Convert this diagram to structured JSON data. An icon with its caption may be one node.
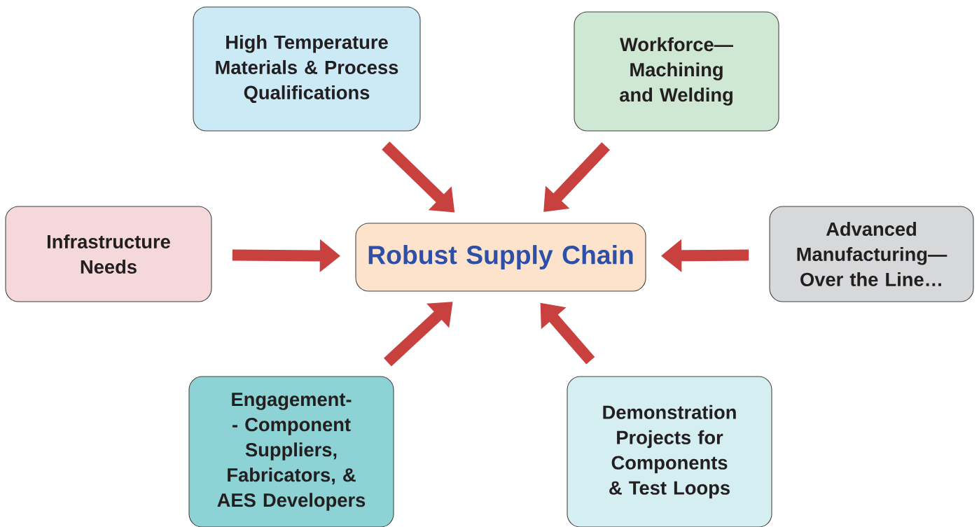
{
  "diagram": {
    "nodes": [
      {
        "text": [
          "High Temperature Materials & Process Qualifications"
        ]
      },
      {
        "text": [
          "Workforce— Machining and Welding"
        ]
      },
      {
        "text": [
          "Infrastructure Needs"
        ]
      },
      {
        "text": [
          "Robust Supply Chain"
        ]
      },
      {
        "text": [
          "Advanced Manufacturing— Over the Line…"
        ]
      },
      {
        "text": [
          "Engagement-- Component Suppliers, Fabricators, & AES Developers"
        ]
      },
      {
        "text": [
          "Demonstration Projects for Components & Test Loops"
        ]
      }
    ],
    "edges": [
      {
        "from": 0,
        "to": 3,
        "arrow": "to"
      },
      {
        "from": 1,
        "to": 3,
        "arrow": "to"
      },
      {
        "from": 2,
        "to": 3,
        "arrow": "to"
      },
      {
        "from": 4,
        "to": 3,
        "arrow": "to"
      },
      {
        "from": 5,
        "to": 3,
        "arrow": "to"
      },
      {
        "from": 6,
        "to": 3,
        "arrow": "to"
      }
    ]
  }
}
